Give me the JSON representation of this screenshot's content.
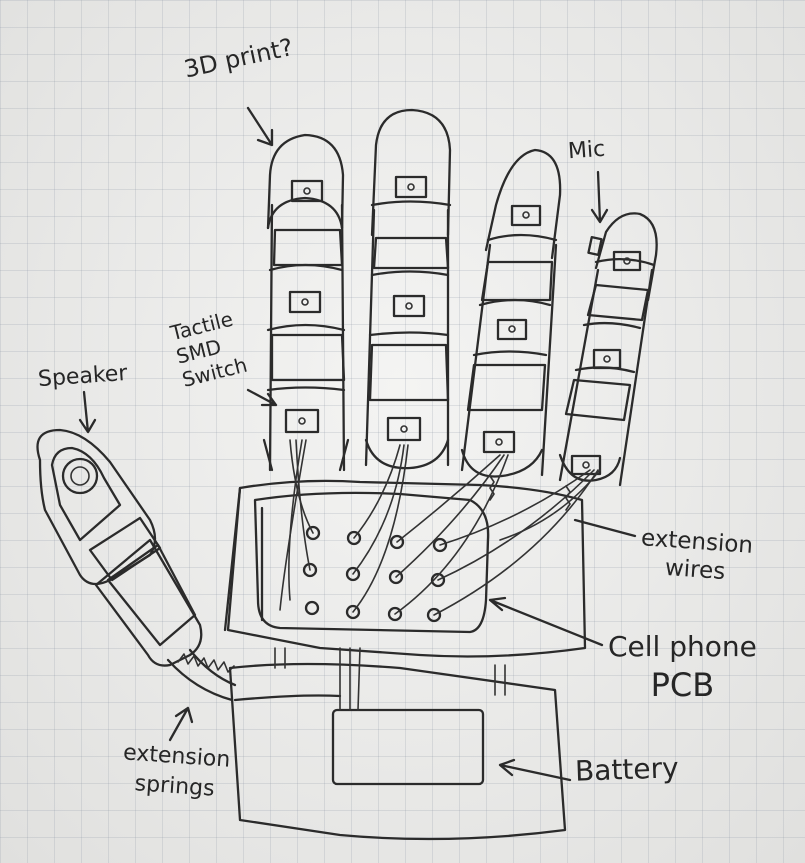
{
  "labels": {
    "print": "3D print?",
    "mic": "Mic",
    "speaker": "Speaker",
    "tactile": [
      "Tactile",
      "SMD",
      "Switch"
    ],
    "extension_wires": [
      "extension",
      "wires"
    ],
    "pcb": [
      "Cell phone",
      "PCB"
    ],
    "battery": "Battery",
    "extension_springs": [
      "extension",
      "springs"
    ]
  },
  "colors": {
    "ink": "#2b2b2b",
    "paper": "#eeeeec",
    "grid": "#8c96a5"
  }
}
